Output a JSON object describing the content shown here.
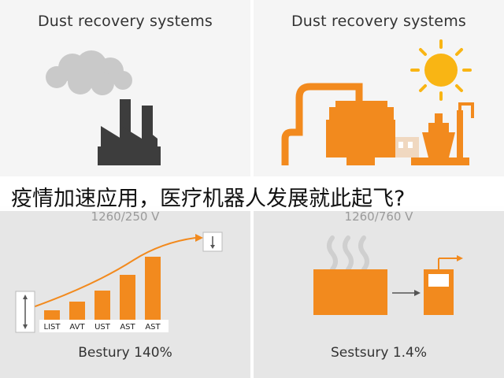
{
  "panels": {
    "top_left": {
      "title": "Dust recovery systems"
    },
    "top_right": {
      "title": "Dust recovery systems"
    },
    "bottom_left": {
      "sub_label": "1260/250 V",
      "bar_labels": [
        "LIST",
        "AVT",
        "UST",
        "AST",
        "AST"
      ],
      "bar_values": [
        12,
        23,
        37,
        57,
        80
      ],
      "caption": "Bestury 140%"
    },
    "bottom_right": {
      "sub_label": "1260/760 V",
      "caption": "Sestsury 1.4%"
    }
  },
  "banner": {
    "headline": "疫情加速应用，医疗机器人发展就此起飞?"
  },
  "colors": {
    "accent": "#f28a1e",
    "dark": "#3d3d3d",
    "sun": "#f9b514"
  },
  "icons": [
    "factory-chimney-icon",
    "smoke-cloud-icon",
    "dust-collector-icon",
    "sun-icon",
    "heat-waves-icon",
    "arrow-icon",
    "vertical-range-icon"
  ]
}
